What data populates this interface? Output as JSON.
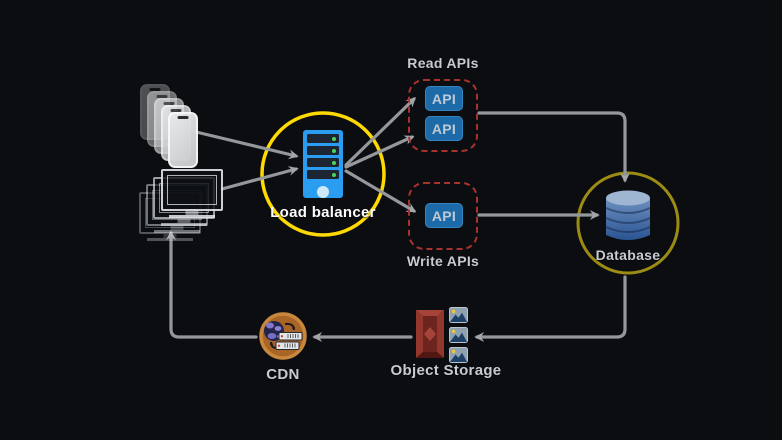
{
  "diagram": {
    "load_balancer": {
      "label": "Load balancer"
    },
    "read_apis": {
      "title": "Read APIs",
      "boxes": [
        {
          "label": "API"
        },
        {
          "label": "API"
        }
      ]
    },
    "write_apis": {
      "title": "Write APIs",
      "boxes": [
        {
          "label": "API"
        }
      ]
    },
    "database": {
      "label": "Database"
    },
    "cdn": {
      "label": "CDN"
    },
    "object_storage": {
      "label": "Object Storage"
    }
  },
  "icons": {
    "mobile_clients": "phone-stack-icon",
    "desktop_clients": "monitor-stack-icon",
    "load_balancer": "server-tower-icon",
    "database": "database-cylinder-icon",
    "cdn": "globe-with-servers-icon",
    "object_storage": "s3-bucket-icon",
    "stored_files": "photo-icon"
  },
  "colors": {
    "background": "#0b0d11",
    "highlight_circle_bright": "#ffd902",
    "highlight_circle_olive": "#9c8c14",
    "connector_gray": "#95989b",
    "dashed_border_red": "#a8322c",
    "api_box_blue": "#1d6aa8",
    "server_blue": "#2b9df0",
    "led_green": "#49d35b",
    "database_blue": "#2b5695",
    "cdn_orange": "#a86526",
    "bucket_red": "#6d241e",
    "label_text": "#c7cbd1"
  }
}
